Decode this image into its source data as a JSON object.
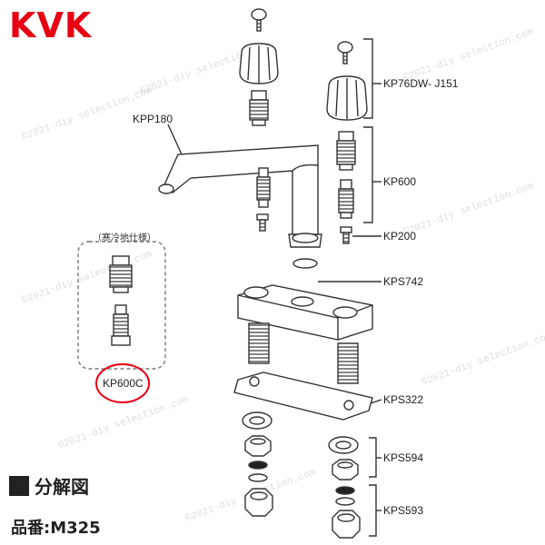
{
  "brand": {
    "logo_text": "KVK",
    "color": "#e60012"
  },
  "section_title": "分解図",
  "model_number": "品番:M325",
  "cold_region_note": "（寒冷地仕様）",
  "highlight_color": "#e60012",
  "watermark": "©2021-diy selection.com",
  "parts": {
    "kp76dw": "KP76DW- J151",
    "kpp180": "KPP180",
    "kp600": "KP600",
    "kp200": "KP200",
    "kps742": "KPS742",
    "kp600c": "KP600C",
    "kps322": "KPS322",
    "kps594": "KPS594",
    "kps593": "KPS593"
  }
}
